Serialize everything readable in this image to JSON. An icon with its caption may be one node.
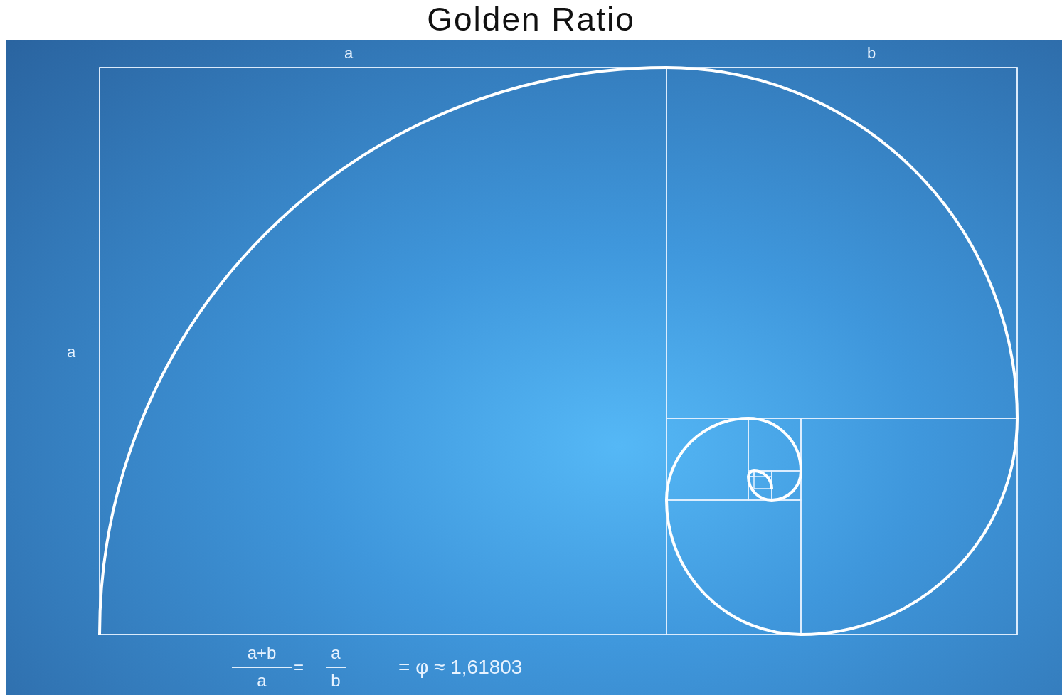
{
  "diagram": {
    "title": "Golden Ratio",
    "labels": [
      "a",
      "b",
      "a",
      "a+b",
      "a",
      "=",
      "a",
      "b",
      "= φ ≈ 1,61803"
    ]
  }
}
